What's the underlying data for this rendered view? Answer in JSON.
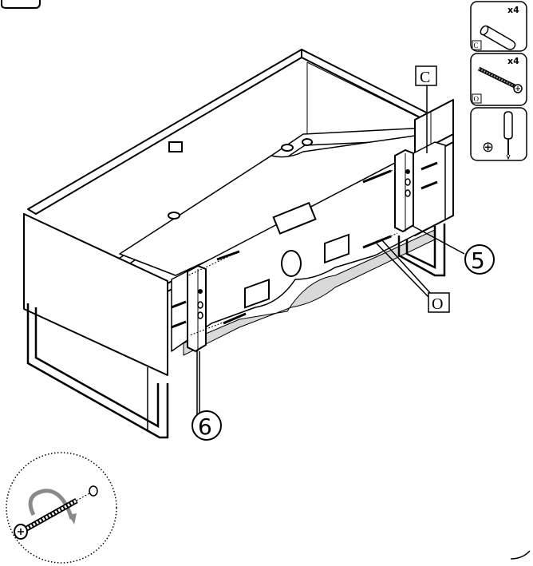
{
  "parts": {
    "dowel": {
      "name": "dowel",
      "letter": "C",
      "qty": "x4"
    },
    "screw": {
      "name": "screw",
      "letter": "O",
      "qty": "x4"
    },
    "tool": {
      "name": "phillips-screwdriver",
      "symbol": "⊕"
    }
  },
  "callouts": {
    "dowel_letter": "C",
    "screw_letter": "O",
    "panel_right": "5",
    "panel_left": "6"
  },
  "colors": {
    "line": "#000000",
    "panel_fill": "#ffffff",
    "tray_shade": "#d9d9d9",
    "hardware_gray": "#8a8a8a"
  }
}
